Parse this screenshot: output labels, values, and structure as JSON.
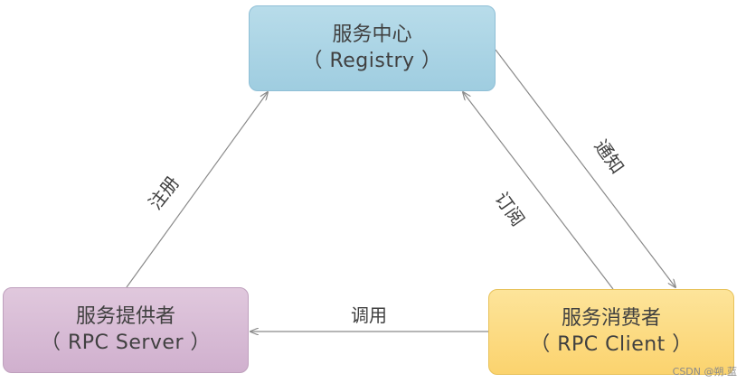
{
  "nodes": {
    "registry": {
      "title": "服务中心",
      "subtitle": "（ Registry ）"
    },
    "server": {
      "title": "服务提供者",
      "subtitle": "（ RPC  Server ）"
    },
    "client": {
      "title": "服务消费者",
      "subtitle": "（ RPC  Client ）"
    }
  },
  "edges": {
    "register": "注册",
    "subscribe": "订阅",
    "notify": "通知",
    "invoke": "调用"
  },
  "watermark": "CSDN @朔.蓝",
  "colors": {
    "registry_fill": "#a8d4e6",
    "server_fill": "#d6bcd4",
    "client_fill": "#fcd97c",
    "arrow": "#8a8a8a",
    "text": "#404040"
  }
}
